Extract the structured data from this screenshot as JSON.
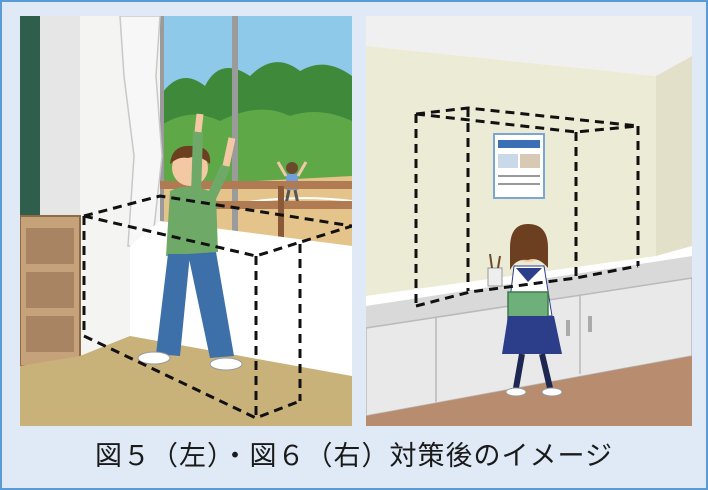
{
  "caption": "図５（左）・図６（右）対策後のイメージ",
  "colors": {
    "frame_border": "#5b9bd5",
    "frame_background": "#dfeaf6",
    "safety_outline": "#111111"
  },
  "panels": [
    {
      "id": "left",
      "scene": "boy-leaning-at-window"
    },
    {
      "id": "right",
      "scene": "girl-at-cabinet-counter"
    }
  ]
}
